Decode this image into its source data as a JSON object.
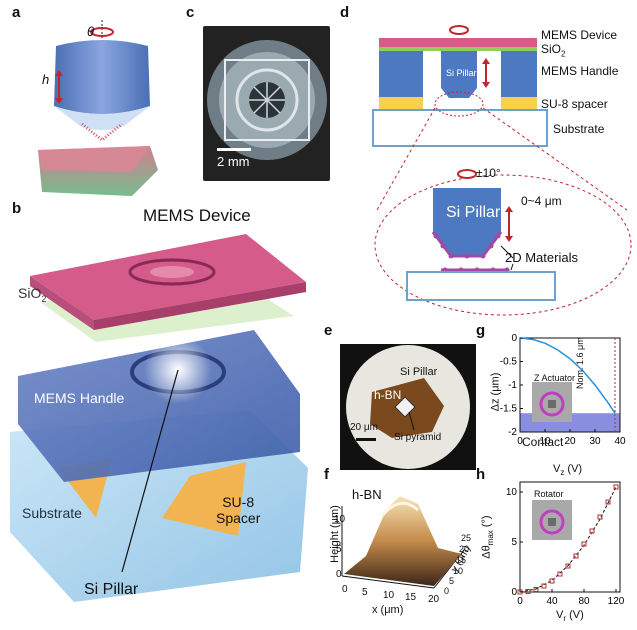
{
  "panels": {
    "a": {
      "tag": "a",
      "theta": "θ",
      "h": "h"
    },
    "b": {
      "tag": "b",
      "mems_device": "MEMS Device",
      "sio2": "SiO",
      "sio2_sub": "2",
      "mems_handle": "MEMS Handle",
      "substrate": "Substrate",
      "su8_line1": "SU-8",
      "su8_line2": "Spacer",
      "si_pillar": "Si Pillar"
    },
    "c": {
      "tag": "c",
      "scale_bar": "2 mm"
    },
    "d": {
      "tag": "d",
      "mems_device": "MEMS Device",
      "sio2": "SiO",
      "sio2_sub": "2",
      "mems_handle": "MEMS Handle",
      "si_pillar_small": "Si Pillar",
      "su8_spacer": "SU-8 spacer",
      "substrate": "Substrate",
      "rotation": "±10°",
      "si_pillar_large": "Si Pillar",
      "travel": "0~4 μm",
      "materials": "2D Materials"
    },
    "e": {
      "tag": "e",
      "si_pillar": "Si Pillar",
      "hbn": "h-BN",
      "scale_bar": "20 μm",
      "si_pyramid": "Si pyramid"
    },
    "f": {
      "tag": "f",
      "title": "h-BN",
      "zlabel": "Height (μm)",
      "xlabel": "x (μm)",
      "ylabel": "y (μm)",
      "zticks": [
        "0",
        "5",
        "10"
      ],
      "xticks": [
        "0",
        "5",
        "10",
        "15",
        "20"
      ],
      "yticks": [
        "0",
        "5",
        "10",
        "15",
        "20",
        "25"
      ]
    },
    "g": {
      "tag": "g",
      "inset_label": "Z Actuator",
      "contact_label": "Contact",
      "nominal_label": "Nom. 1.6 μm",
      "ylabel": "Δz (μm)",
      "xlabel": "V",
      "xlabel_sub": "z",
      "xlabel_unit": " (V)"
    },
    "h": {
      "tag": "h",
      "inset_label": "Rotator",
      "ylabel": "Δθ",
      "ylabel_sub": "max",
      "ylabel_unit": " (°)",
      "xlabel": "V",
      "xlabel_sub": "r",
      "xlabel_unit": " (V)"
    }
  },
  "colors": {
    "mems_device": "#d45b8a",
    "sio2": "#8fce5a",
    "mems_handle": "#4d78c2",
    "su8": "#f5d24a",
    "substrate_stroke": "#6ea2cc",
    "curve": "#2b8fd8",
    "contact": "#8a8ee0",
    "data_points": "#b03030",
    "arrow": "#c0262b"
  },
  "chart_data": [
    {
      "id": "g",
      "type": "line",
      "x": [
        0,
        5,
        10,
        15,
        20,
        25,
        30,
        35,
        38
      ],
      "y": [
        0,
        -0.03,
        -0.11,
        -0.25,
        -0.44,
        -0.69,
        -1.0,
        -1.36,
        -1.6
      ],
      "xlim": [
        0,
        40
      ],
      "ylim": [
        -2,
        0
      ],
      "xticks": [
        0,
        10,
        20,
        30,
        40
      ],
      "yticks": [
        0,
        -0.5,
        -1,
        -1.5,
        -2
      ],
      "contact_band": [
        -1.6,
        -2
      ],
      "nominal_x": 38
    },
    {
      "id": "h",
      "type": "scatter",
      "x": [
        0,
        10,
        20,
        30,
        40,
        50,
        60,
        70,
        80,
        90,
        100,
        110,
        120
      ],
      "y": [
        0,
        0.05,
        0.25,
        0.6,
        1.1,
        1.8,
        2.6,
        3.6,
        4.8,
        6.1,
        7.5,
        9.0,
        10.5
      ],
      "fit_x": [
        0,
        20,
        40,
        60,
        80,
        100,
        120
      ],
      "fit_y": [
        0,
        0.3,
        1.17,
        2.63,
        4.67,
        7.29,
        10.5
      ],
      "xlim": [
        0,
        125
      ],
      "ylim": [
        0,
        11
      ],
      "xticks": [
        0,
        40,
        80,
        120
      ],
      "yticks": [
        0,
        5,
        10
      ]
    }
  ]
}
